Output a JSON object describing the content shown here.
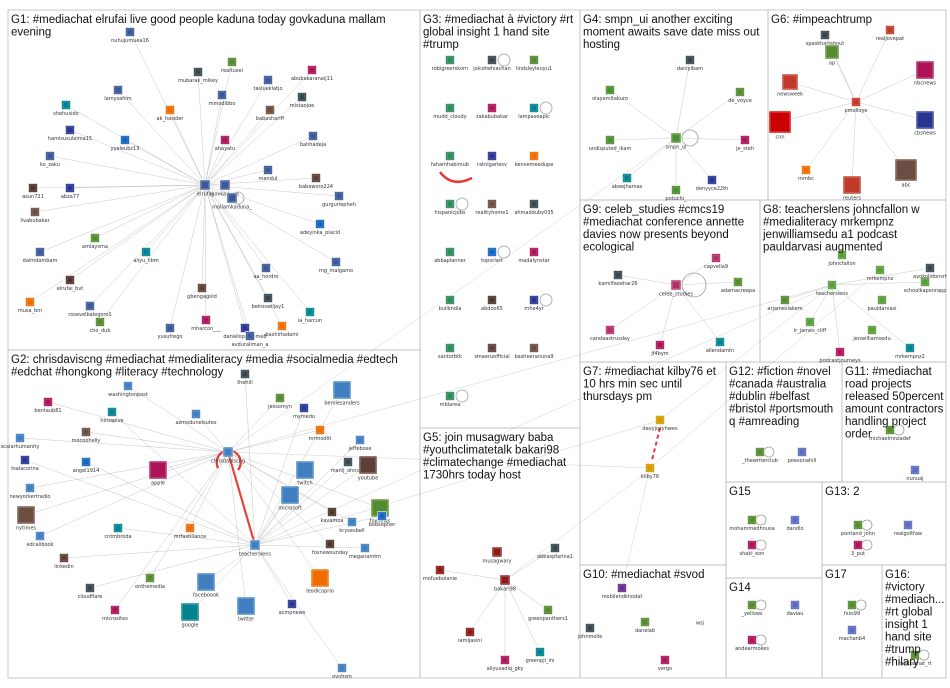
{
  "groups": [
    {
      "id": "G1",
      "lines": [
        "G1: #mediachat elrufai live good people kaduna today govkaduna mallam",
        "evening"
      ]
    },
    {
      "id": "G2",
      "lines": [
        "G2: chrisdaviscng #mediachat #medialiteracy #media #socialmedia #edtech",
        "#edchat #hongkong #literacy #technology"
      ]
    },
    {
      "id": "G3",
      "lines": [
        "G3: #mediachat à #victory #rt",
        "global insight 1 hand site",
        "#trump"
      ]
    },
    {
      "id": "G4",
      "lines": [
        "G4: smpn_ui another exciting",
        "moment awaits save date miss out",
        "hosting"
      ]
    },
    {
      "id": "G5",
      "lines": [
        "G5: join musagwary baba",
        "#youthclimatetalk bakari98",
        "#climatechange #mediachat",
        "1730hrs today host"
      ]
    },
    {
      "id": "G6",
      "lines": [
        "G6: #impeachtrump"
      ]
    },
    {
      "id": "G7",
      "lines": [
        "G7: #mediachat kilby76 et",
        "10 hrs min sec until",
        "thursdays pm"
      ]
    },
    {
      "id": "G8",
      "lines": [
        "G8: teacherslens johncfallon w",
        "#medialiteracy mrkempnz",
        "jenwilliamsedu a1 podcast",
        "pauldarvasi augmented"
      ]
    },
    {
      "id": "G9",
      "lines": [
        "G9: celeb_studies #cmcs19",
        "#mediachat conference annette",
        "davies now presents beyond",
        "ecological"
      ]
    },
    {
      "id": "G10",
      "lines": [
        "G10: #mediachat #svod"
      ]
    },
    {
      "id": "G11",
      "lines": [
        "G11: #mediachat",
        "road projects",
        "released 50percent",
        "amount contractors",
        "handling project",
        "order"
      ]
    },
    {
      "id": "G12",
      "lines": [
        "G12: #fiction #novel",
        "#canada #australia",
        "#dublin #belfast",
        "#bristol #portsmouth",
        "q #amreading"
      ]
    },
    {
      "id": "G13",
      "lines": [
        "G13: 2"
      ]
    },
    {
      "id": "G14",
      "lines": [
        "G14"
      ]
    },
    {
      "id": "G15",
      "lines": [
        "G15"
      ]
    },
    {
      "id": "G16",
      "lines": [
        "G16:",
        "#victory",
        "#mediach...",
        "#rt global",
        "insight 1",
        "hand site",
        "#trump",
        "#hilary"
      ]
    },
    {
      "id": "G17",
      "lines": [
        "G17"
      ]
    }
  ],
  "nodes": {
    "G1_hub": [
      "elrufai",
      "govkaduna",
      "mallamkaduna_"
    ],
    "G1": [
      "nuhujumuea16",
      "mubarak_mikey",
      "realtusel",
      "taslueklatjo",
      "abubakaranaij11",
      "shehusido",
      "lamysahim",
      "hamisusuleima15",
      "ak_hasider",
      "mmodibbo",
      "babashariff",
      "mistaojoe",
      "ko_zaku",
      "yyaleubz13",
      "ahayatu",
      "bahhadeja",
      "asun721",
      "abza77",
      "mandul",
      "babaworo224",
      "livabubakar",
      "gurgurlepheh",
      "amlaysma",
      "adeyinka_piacid",
      "dalmdambam",
      "aliyu_libm",
      "elrufai_bvt",
      "aa_hordro",
      "musa_bm",
      "gbengagold",
      "rosevelbalegoro1",
      "belroswiljay1",
      "cho_dub",
      "yusufrego",
      "mharcon___",
      "ia_harcun",
      "mg_malgamo",
      "danielopeoleme8",
      "bashirtadami",
      "avduraliman_a"
    ],
    "G2_hub": [
      "chrisdaviscng",
      "teacherslens"
    ],
    "G2": [
      "washingtonpost",
      "thehill",
      "jessomyn",
      "bemiesanders",
      "bentaub81",
      "hiroapive",
      "azmodunelsutes",
      "mymedu",
      "mrmodlit",
      "jeffebose",
      "mocoohelly",
      "manlj_ohnson",
      "scalarhumanity",
      "angel1914",
      "apple",
      "twitch",
      "kavamoa",
      "tsalacorina",
      "newyorkertradio",
      "youtube",
      "nytimes",
      "microsoft",
      "foxnews",
      "bobsopher",
      "edcalibook",
      "cntmbroda",
      "foxnewsunday",
      "meganamtm",
      "mrfastillance",
      "linkedin",
      "krysesbell",
      "cloudflare",
      "onthemedia",
      "faceboook",
      "microsites",
      "google",
      "twitter",
      "acmpnews",
      "leodicaprio",
      "ovnhsm"
    ],
    "G3": [
      "robigreerskorn",
      "jolcetwhiachan",
      "lindsleyleuyu1",
      "mudd_cloudy",
      "zakabubakar",
      "lampaseapic",
      "fahamhabimub",
      "ratnlgarlesv",
      "kenvemeedupe",
      "hispanicjobs",
      "realityhome1",
      "ahmadduby035",
      "abbaplanner",
      "topvrlart",
      "madalynstar",
      "builkndia",
      "abdoo65",
      "rnhe4yr",
      "santorbtk",
      "smaeruofficial",
      "basheeranuna9",
      "mblarea"
    ],
    "G4_hub": [
      "smpn_ui"
    ],
    "G4": [
      "olayemltakuro",
      "daniyibam",
      "de_voyce",
      "undisputed_ikam",
      "je_steh",
      "abeejhamas",
      "potuchi_",
      "denyyce22th"
    ],
    "G5_hub": [
      "musagwary",
      "bakari98"
    ],
    "G5": [
      "mofuebolanie",
      "abbaspfarina1",
      "greenpanthers1",
      "iamljasini",
      "aliyusadiq_gky",
      "greenpji_ini"
    ],
    "G6": [
      "realjovepat",
      "spaskharlabout",
      "ap",
      "newsweek",
      "nbcnews",
      "cnn",
      "pmolloye",
      "cbsnews",
      "mmbc",
      "reuters",
      "abc"
    ],
    "G7": [
      "kilby76",
      "davyjozyhwes"
    ],
    "G8_hub": [
      "teacherslens",
      "johncfallon",
      "mrkempnz",
      "pauldarvasi",
      "jenwilliamsedu"
    ],
    "G8": [
      "schoolkaponrapp",
      "ayokolidonsrt",
      "arjameslakem",
      "lr_james_cliff",
      "podcastjourneys",
      "mrkempnz2"
    ],
    "G9_hub": [
      "celeb_studies"
    ],
    "G9": [
      "capvella9",
      "kamilfaoehar26",
      "adamacreepa",
      "candaastrusday",
      "jf4bym",
      "allendamtn"
    ],
    "G10": [
      "mobilendkhodat",
      "johnmolle",
      "danelab",
      "wsj",
      "vergo"
    ],
    "G11": [
      "michaelmnzadef",
      "nunuaj"
    ],
    "G12": [
      "_thewriterclub",
      "poesonahill"
    ],
    "G13": [
      "pontand_john",
      "realgoltfaw",
      "3_put"
    ],
    "G14": [
      "_yellows",
      "daviau",
      "andearmokes"
    ],
    "G15": [
      "mohammedhnusa",
      "dandlo",
      "shaki_eon"
    ],
    "G16": [
      "mediachat_rt"
    ],
    "G17": [
      "fxss99",
      "machanb4"
    ]
  },
  "icons": [
    {
      "name": "new-york-times-logo-icon",
      "glyph": "T"
    },
    {
      "name": "facebook-logo-icon",
      "glyph": "f"
    },
    {
      "name": "google-logo-icon",
      "glyph": "G"
    },
    {
      "name": "twitter-logo-icon",
      "glyph": "🐦"
    },
    {
      "name": "youtube-logo-icon",
      "glyph": "▶"
    },
    {
      "name": "microsoft-logo-icon",
      "glyph": ""
    },
    {
      "name": "foxnews-logo-icon",
      "glyph": "FOX NEWS"
    },
    {
      "name": "apple-logo-icon",
      "glyph": ""
    },
    {
      "name": "twitch-logo-icon",
      "glyph": ""
    },
    {
      "name": "ap-logo-icon",
      "glyph": "AP"
    },
    {
      "name": "newsweek-logo-icon",
      "glyph": "N"
    },
    {
      "name": "cnn-logo-icon",
      "glyph": "CNN"
    },
    {
      "name": "nbcnews-logo-icon",
      "glyph": "NBC"
    },
    {
      "name": "cbsnews-logo-icon",
      "glyph": "CBS"
    },
    {
      "name": "msnbc-logo-icon",
      "glyph": "MSNBC"
    },
    {
      "name": "reuters-logo-icon",
      "glyph": "R"
    },
    {
      "name": "abc-news-logo-icon",
      "glyph": "abc NEWS"
    },
    {
      "name": "wsj-logo-icon",
      "glyph": "WSJ"
    }
  ],
  "colors": {
    "panel_border": "#bdbdbd",
    "edge": "#999999",
    "highlight_edge": "#e53935",
    "self_loop": "#e53935",
    "G1": "#3b5998",
    "G2": "#3f7fbf",
    "G3": "#2e8b57",
    "G4": "#4a8f30",
    "G5": "#8b1a1a",
    "G6": "#c0392b",
    "G7": "#d69a00",
    "G8": "#5a9e3a",
    "G9": "#b0306a",
    "G10": "#6b2d8c"
  }
}
